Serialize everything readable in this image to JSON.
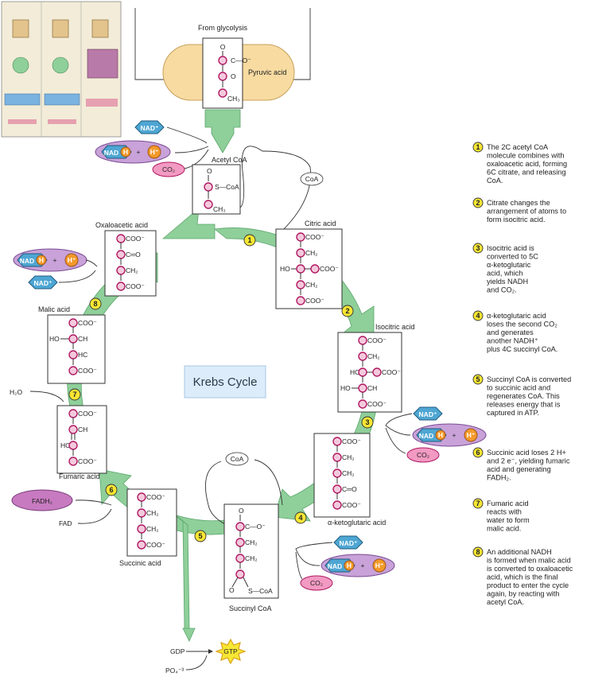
{
  "thumbnail": {
    "panels": [
      "",
      "",
      ""
    ]
  },
  "header": {
    "from_glycolysis": "From glycolysis",
    "pyruvic_acid": "Pyruvic acid",
    "acetyl_coa": "Acetyl CoA",
    "coa": "CoA"
  },
  "molecules": {
    "oxaloacetic": "Oxaloacetic acid",
    "citric": "Citric acid",
    "isocitric": "Isocitric acid",
    "alpha_kg": "α-ketoglutaric acid",
    "succinyl": "Succinyl CoA",
    "succinic": "Succinic acid",
    "fumaric": "Fumaric acid",
    "malic": "Malic acid",
    "coa_mid": "CoA"
  },
  "chem": {
    "coo": "COO⁻",
    "o": "O",
    "c_eq_o": "C═O",
    "ch2": "CH₂",
    "ch3": "CH₃",
    "ho": "HO",
    "hc": "HC",
    "ch": "CH",
    "s_coa": "S—CoA",
    "c_o_minus": "C—O⁻"
  },
  "carriers": {
    "nad_plus": "NAD⁺",
    "nad": "NAD",
    "h": "H",
    "h_plus": "H⁺",
    "co2": "CO₂",
    "fadh2": "FADH₂",
    "fad": "FAD",
    "h2o": "H₂O",
    "gdp": "GDP",
    "gtp": "GTP",
    "po4": "PO₄⁻³",
    "plus": "+"
  },
  "center_label": "Krebs Cycle",
  "step_numbers": [
    "1",
    "2",
    "3",
    "4",
    "5",
    "6",
    "7",
    "8"
  ],
  "steps": [
    {
      "num": "1",
      "lines": [
        "The 2C acetyl CoA",
        "molecule combines with",
        "oxaloacetic acid, forming",
        "6C citrate, and releasing",
        "CoA."
      ]
    },
    {
      "num": "2",
      "lines": [
        "Citrate changes the",
        "arrangement of atoms to",
        "form isocitric acid."
      ]
    },
    {
      "num": "3",
      "lines": [
        "Isocitric acid is",
        "converted to 5C",
        "α-ketoglutaric",
        "acid, which",
        "yields NADH",
        "and CO₂."
      ]
    },
    {
      "num": "4",
      "lines": [
        "α-ketoglutaric acid",
        "loses the second CO₂",
        "and generates",
        "another NADH⁺",
        "plus 4C succinyl CoA."
      ]
    },
    {
      "num": "5",
      "lines": [
        "Succinyl CoA is converted",
        "to succinic acid and",
        "regenerates CoA. This",
        "releases energy that is",
        "captured in ATP."
      ]
    },
    {
      "num": "6",
      "lines": [
        "Succinic acid loses 2 H+",
        "and 2 e⁻, yielding fumaric",
        "acid and generating",
        "FADH₂."
      ]
    },
    {
      "num": "7",
      "lines": [
        "Fumaric acid",
        "reacts with",
        "water to form",
        "malic acid."
      ]
    },
    {
      "num": "8",
      "lines": [
        "An additional NADH",
        "is formed when malic acid",
        "is converted to oxaloacetic",
        "acid, which is the final",
        "product to enter the cycle",
        "again, by reacting with",
        "acetyl CoA."
      ]
    }
  ],
  "colors": {
    "cycle_green": "#8fcf9a",
    "nad_blue": "#4ea6d3",
    "co2_pink": "#f29ac2",
    "hplus_orange": "#f39a2a",
    "fadh2_purple": "#c77ac0",
    "number_yellow": "#f7e633"
  }
}
